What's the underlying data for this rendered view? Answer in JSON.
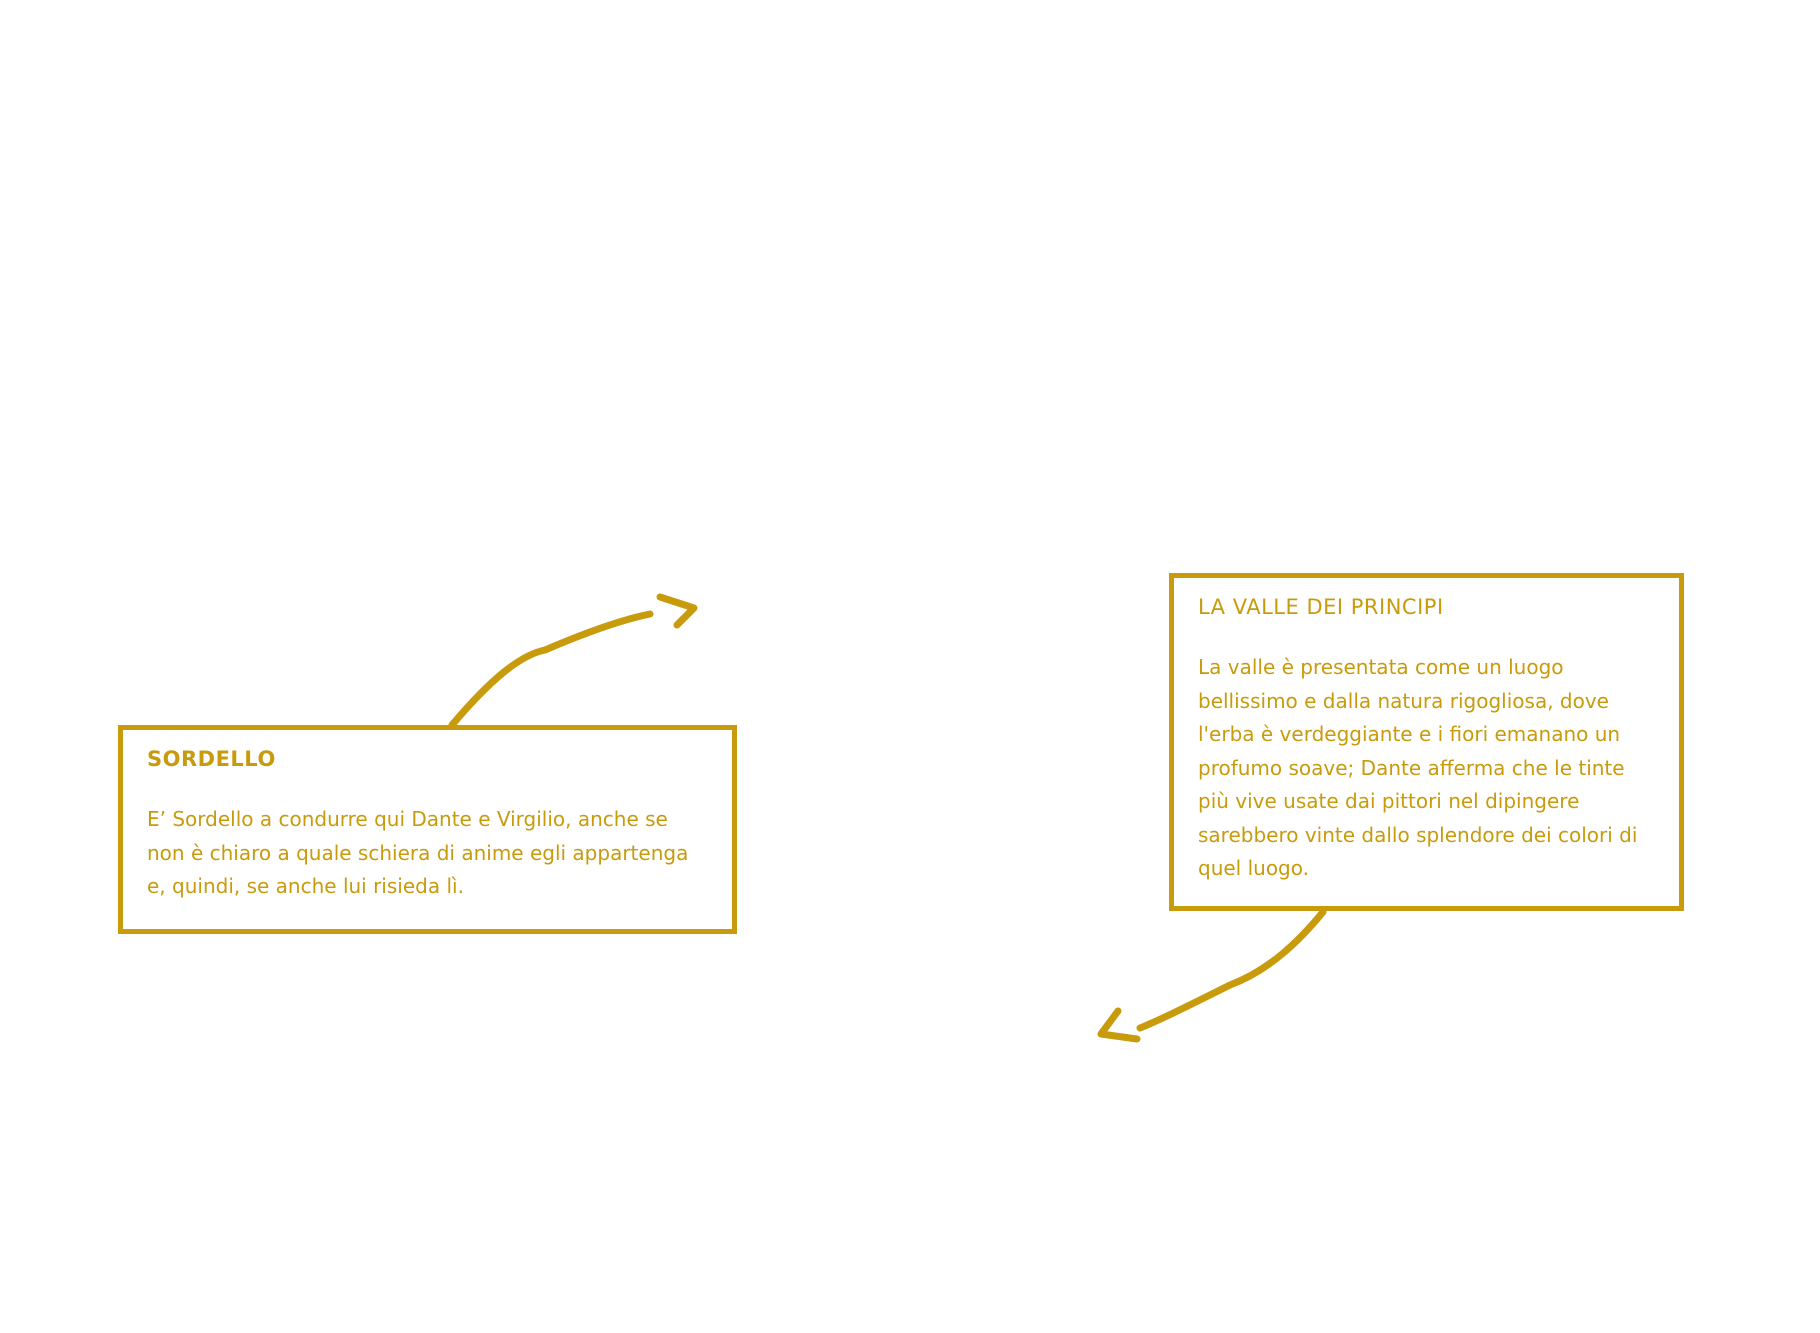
{
  "colors": {
    "accent": "#c89b0c",
    "background": "#ffffff"
  },
  "cards": {
    "sordello": {
      "title": "SORDELLO",
      "text": "E’ Sordello a condurre qui Dante e Virgilio, anche se non è chiaro a quale schiera di anime egli appartenga e, quindi, se anche lui risieda lì."
    },
    "valle": {
      "title": "LA VALLE DEI PRINCIPI",
      "text": "La valle è presentata come un luogo bellissimo e dalla natura rigogliosa, dove l'erba è verdeggiante e i fiori emanano un profumo soave; Dante afferma che le tinte più vive usate dai pittori nel dipingere sarebbero vinte dallo splendore dei colori di quel luogo."
    }
  }
}
